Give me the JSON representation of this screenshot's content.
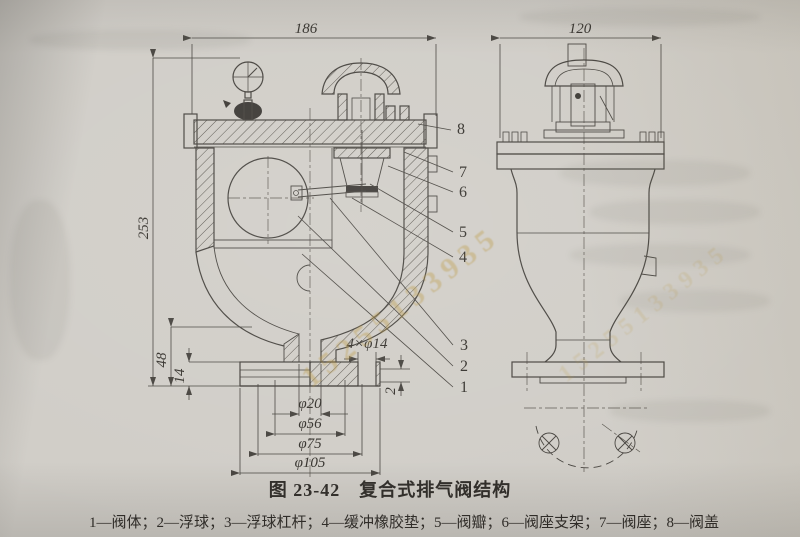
{
  "caption": "图 23-42　复合式排气阀结构",
  "legend": "1—阀体；2—浮球；3—浮球杠杆；4—缓冲橡胶垫；5—阀瓣；6—阀座支架；7—阀座；8—阀盖",
  "watermark": "15255133935",
  "parts": [
    {
      "num": "1",
      "name": "阀体"
    },
    {
      "num": "2",
      "name": "浮球"
    },
    {
      "num": "3",
      "name": "浮球杠杆"
    },
    {
      "num": "4",
      "name": "缓冲橡胶垫"
    },
    {
      "num": "5",
      "name": "阀瓣"
    },
    {
      "num": "6",
      "name": "阀座支架"
    },
    {
      "num": "7",
      "name": "阀座"
    },
    {
      "num": "8",
      "name": "阀盖"
    }
  ],
  "left_view": {
    "dim_width": "186",
    "dim_height": "253",
    "dim_48": "48",
    "dim_14": "14",
    "dim_2": "2",
    "dim_holes": "4×φ14",
    "dim_d20": "φ20",
    "dim_d56": "φ56",
    "dim_d75": "φ75",
    "dim_d105": "φ105"
  },
  "right_view": {
    "dim_width": "120"
  },
  "colors": {
    "paper": "#d0cdc7",
    "line": "#45423d",
    "ink": "#2d2a26",
    "watermark": "#ba963e"
  }
}
